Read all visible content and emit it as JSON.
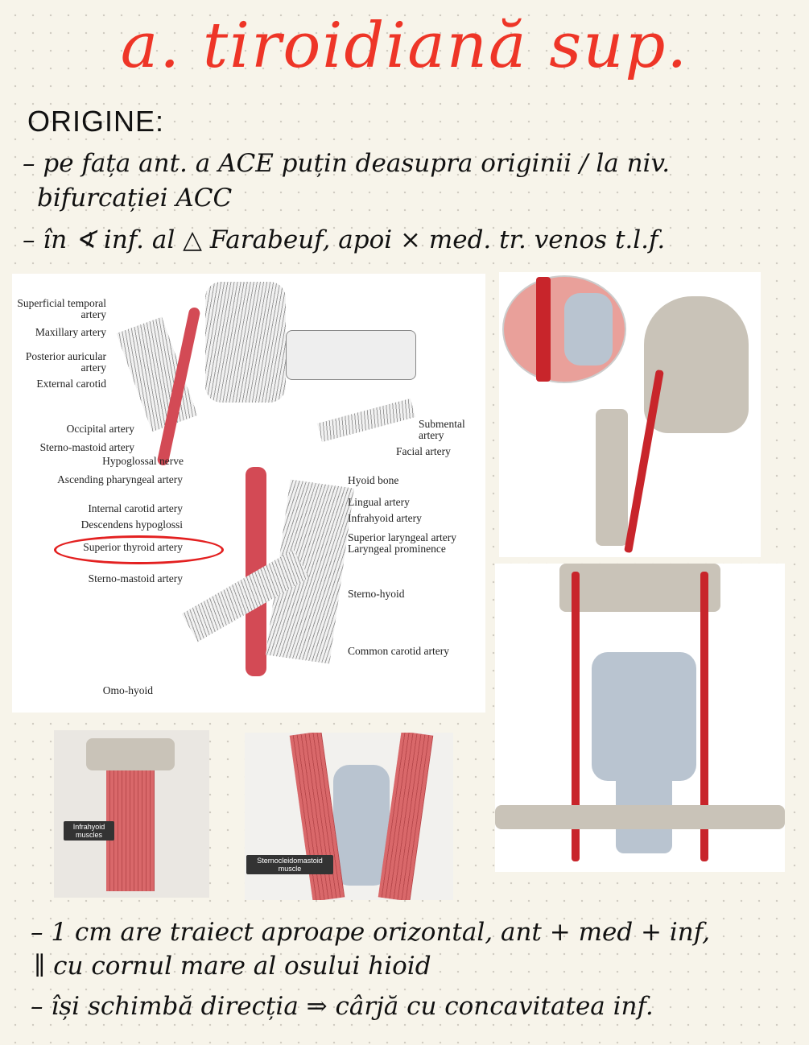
{
  "title": "a. tiroidiană sup.",
  "origin_heading": "ORIGINE:",
  "origin_lines": [
    "– pe fața ant. a ACE puțin deasupra originii / la niv.",
    "bifurcației ACC",
    "– în ∢ inf. al △ Farabeuf, apoi × med. tr. venos t.l.f."
  ],
  "figure1": {
    "left_labels": [
      "Superficial temporal artery",
      "Maxillary artery",
      "Posterior auricular artery",
      "External carotid",
      "Occipital artery",
      "Sterno-mastoid artery",
      "Hypoglossal nerve",
      "Ascending pharyngeal artery",
      "Internal carotid artery",
      "Descendens hypoglossi",
      "Superior thyroid artery",
      "Sterno-mastoid artery",
      "Omo-hyoid"
    ],
    "right_labels": [
      "Submental artery",
      "Facial artery",
      "Hyoid bone",
      "Lingual artery",
      "Infrahyoid artery",
      "Superior laryngeal artery",
      "Laryngeal prominence",
      "Sterno-hyoid",
      "Common carotid artery"
    ]
  },
  "figure4": {
    "tag": "Infrahyoid muscles"
  },
  "figure5": {
    "tag": "Sternocleidomastoid muscle"
  },
  "bottom_lines": [
    "– 1 cm are traiect aproape orizontal, ant + med + inf,",
    "∥ cu cornul mare al osului hioid",
    "– își schimbă direcția ⇒ cârjă cu concavitatea inf."
  ]
}
